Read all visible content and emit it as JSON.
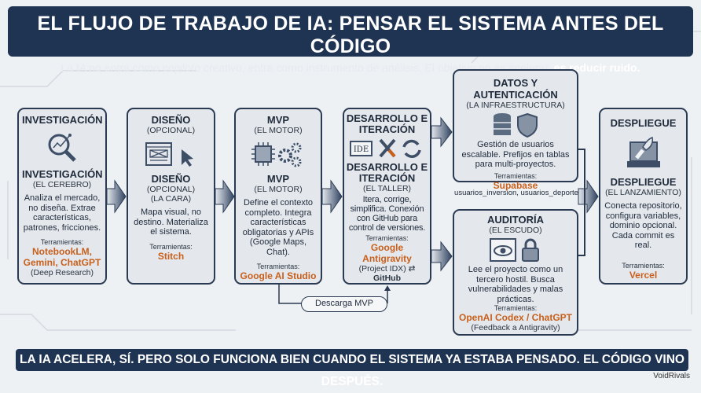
{
  "header": {
    "title": "EL FLUJO DE TRABAJO DE IA: PENSAR EL SISTEMA ANTES DEL CÓDIGO",
    "subtitle": "La IA no entra como copiloto creativo, entra como instrumento de análisis. El objetivo no es acelerar,",
    "subtitle_bold": "es reducir ruido."
  },
  "stages": [
    {
      "title": "INVESTIGACIÓN",
      "title2": "INVESTIGACIÓN",
      "sub2": "(EL CEREBRO)",
      "desc": "Analiza el mercado, no diseña. Extrae características, patrones, fricciones.",
      "tools_label": "Terramientas:",
      "tools": "NotebookLM, Gemini, ChatGPT",
      "tools_note": "(Deep Research)",
      "icon": "magnifier-chart-icon"
    },
    {
      "title": "DISEÑO",
      "sub": "(OPCIONAL)",
      "title2": "DISEÑO",
      "sub2": "(OPCIONAL)",
      "sub3": "(LA CARA)",
      "desc": "Mapa visual, no destino. Materializa el sistema.",
      "tools_label": "Terramientas:",
      "tools": "Stitch",
      "icon": "wireframe-cursor-icon"
    },
    {
      "title": "MVP",
      "sub": "(EL MOTOR)",
      "title2": "MVP",
      "sub2": "(EL MOTOR)",
      "desc": "Define el contexto completo. Integra características obligatorias y APIs (Google Maps, Chat).",
      "tools_label": "Terramientas:",
      "tools": "Google AI Studio",
      "icon": "chip-gears-icon"
    },
    {
      "title": "DESARROLLO E ITERACIÓN",
      "title2": "DESARROLLO E ITERACIÓN",
      "sub2": "(EL TALLER)",
      "desc": "Itera, corrige, simplifica. Conexión con GitHub para control de versiones.",
      "tools_label": "Terramientas:",
      "tools": "Google Antigravity",
      "tools_note": "(Project IDX) ⇄",
      "tools_note_bold": "GitHub",
      "icon": "ide-tools-sync-icon",
      "ide": "IDE"
    },
    {
      "title": "DATOS Y AUTENTICACIÓN",
      "sub": "(LA INFRAESTRUCTURA)",
      "desc": "Gestión de usuarios escalable. Prefijos en tablas para multi-proyectos.",
      "tools_label": "Terramientas:",
      "tools": "Supabase",
      "icon": "database-shield-icon"
    },
    {
      "title": "AUDITORÍA",
      "sub": "(EL ESCUDO)",
      "desc": "Lee el proyecto como un tercero hostil. Busca vulnerabilidades y malas prácticas.",
      "tools_label": "Terramientas:",
      "tools": "OpenAI Codex / ChatGPT",
      "tools_note": "(Feedback a Antigravity)",
      "icon": "eye-lock-icon"
    },
    {
      "title": "DESPLIEGUE",
      "title2": "DESPLIEGUE",
      "sub2": "(EL LANZAMIENTO)",
      "desc": "Conecta repositorio, configura variables, dominio opcional. Cada commit es real.",
      "tools_label": "Terramientas:",
      "tools": "Vercel",
      "icon": "rocket-laptop-icon"
    }
  ],
  "mvp_download": "Descarga MVP",
  "table_prefixes": "usuarios_inversion, usuarios_deporte",
  "footer": "LA IA ACELERA, SÍ. PERO SOLO FUNCIONA BIEN CUANDO EL SISTEMA YA ESTABA PENSADO. EL CÓDIGO VINO DESPUÉS.",
  "credit": "VoidRivals",
  "colors": {
    "navy": "#1f3352",
    "accent": "#c8601c"
  }
}
